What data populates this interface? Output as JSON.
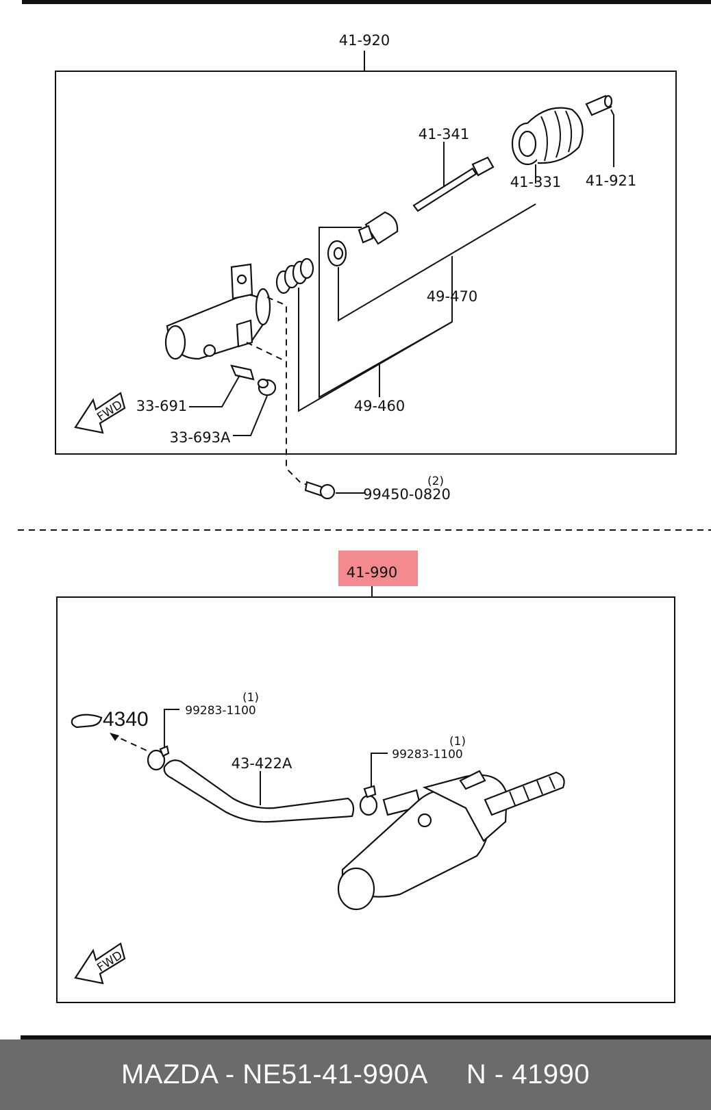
{
  "top_section": {
    "assembly_label": "41-920",
    "callouts": {
      "c41341": "41-341",
      "c41331": "41-331",
      "c41921": "41-921",
      "c49470": "49-470",
      "c49460": "49-460",
      "c33691": "33-691",
      "c33693a": "33-693A",
      "c99450": "99450-0820",
      "c99450_qty": "(2)"
    },
    "fwd": "FWD"
  },
  "bottom_section": {
    "assembly_label": "41-990",
    "highlight_color": "#f28a8f",
    "callouts": {
      "ref4340": "4340",
      "clamp1": "99283-1100",
      "clamp1_qty": "(1)",
      "hose": "43-422A",
      "clamp2": "99283-1100",
      "clamp2_qty": "(1)"
    },
    "fwd": "FWD"
  },
  "footer": {
    "part_number": "MAZDA - NE51-41-990A",
    "ref_number": "N - 41990"
  }
}
